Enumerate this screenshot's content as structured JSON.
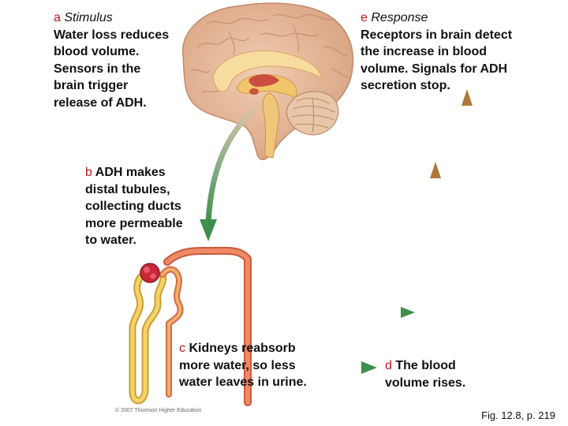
{
  "stimulus": {
    "letter": "a",
    "heading": "Stimulus",
    "lines": [
      "Water loss reduces",
      "blood volume.",
      "Sensors in the",
      "brain trigger",
      "release of ADH."
    ]
  },
  "response": {
    "letter": "e",
    "heading": "Response",
    "lines": [
      "Receptors in brain detect",
      "the increase in blood",
      "volume. Signals for ADH",
      "secretion stop."
    ]
  },
  "adh": {
    "letter": "b",
    "lines": [
      "ADH makes",
      "distal tubules,",
      "collecting ducts",
      "more permeable",
      "to water."
    ]
  },
  "kidneys": {
    "letter": "c",
    "lines": [
      "Kidneys reabsorb",
      "more water, so less",
      "water leaves in urine."
    ]
  },
  "blood": {
    "letter": "d",
    "lines": [
      "The blood",
      "volume rises."
    ]
  },
  "copyright": "© 2007 Thomson Higher Education",
  "caption": "Fig. 12.8, p. 219",
  "colors": {
    "letter_red": "#c0141c",
    "arrow_green": "#5a9a5a",
    "arrow_orange": "#b07838",
    "brain_pink": "#e8b89a",
    "nephron_red": "#d46a4a",
    "nephron_yellow": "#f2c24a"
  }
}
